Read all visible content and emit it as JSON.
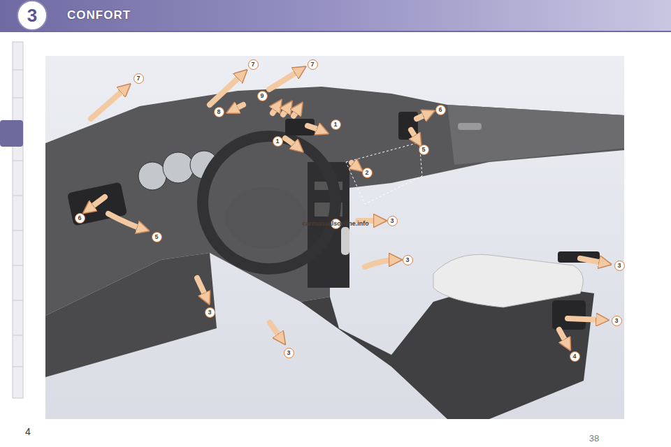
{
  "diagram": {
    "title": "CONFORT",
    "nodes": [
      {
        "text": [
          "3"
        ]
      }
    ],
    "labels": [
      "7",
      "7",
      "7",
      "9",
      "8",
      "1",
      "1",
      "6",
      "5",
      "2",
      "6",
      "5",
      "3",
      "3",
      "3",
      "3",
      "3",
      "3",
      "4",
      "4",
      "38",
      "carmanualsonline.info"
    ]
  }
}
